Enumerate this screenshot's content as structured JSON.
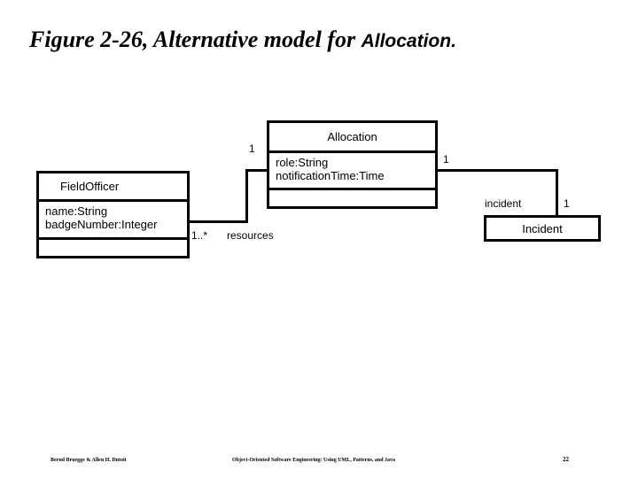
{
  "slide": {
    "title": {
      "serif_part": "Figure 2-26, Alternative model for ",
      "sans_part": "Allocation."
    },
    "diagram": {
      "type": "uml-class-diagram",
      "classes": [
        {
          "id": "fieldofficer",
          "name": "FieldOfficer",
          "attributes": [
            "name:String",
            "badgeNumber:Integer"
          ],
          "operations": []
        },
        {
          "id": "allocation",
          "name": "Allocation",
          "attributes": [
            "role:String",
            "notificationTime:Time"
          ],
          "operations": []
        },
        {
          "id": "incident",
          "name": "Incident",
          "attributes": [],
          "operations": []
        }
      ],
      "associations": [
        {
          "id": "fieldofficer-allocation",
          "source": "fieldofficer",
          "target": "allocation",
          "source_multiplicity": "1..*",
          "source_role": "resources",
          "target_multiplicity": "1"
        },
        {
          "id": "allocation-incident",
          "source": "allocation",
          "target": "incident",
          "source_multiplicity": "1",
          "target_role": "incident",
          "target_multiplicity": "1"
        }
      ]
    },
    "footer": {
      "author": "Bernd Bruegge & Allen H. Dutoit",
      "book": "Object-Oriented Software Engineering: Using UML, Patterns, and Java",
      "page": "22"
    },
    "colors": {
      "ink": "#000000",
      "background": "#ffffff"
    }
  }
}
